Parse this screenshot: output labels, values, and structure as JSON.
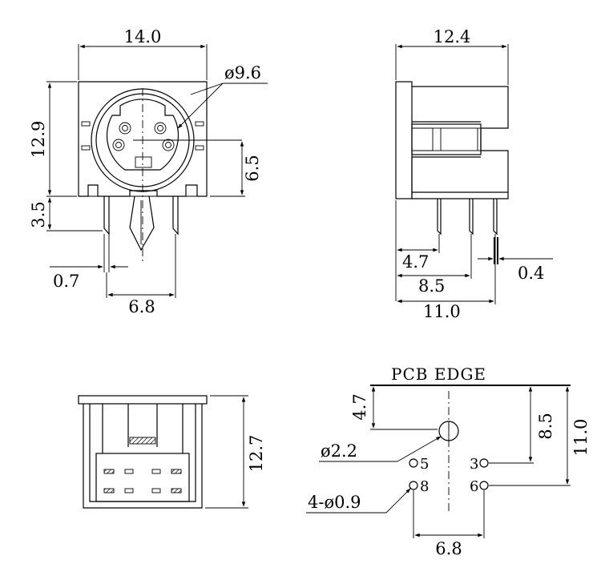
{
  "front_view": {
    "width": "14.0",
    "height": "12.9",
    "diameter": "ø9.6",
    "center_height": "6.5",
    "pin_length": "3.5",
    "pin_width": "0.7",
    "pin_spacing": "6.8"
  },
  "side_view": {
    "width": "12.4",
    "pin_offset_1": "4.7",
    "pin_offset_2": "8.5",
    "pin_offset_3": "11.0",
    "pin_thickness": "0.4"
  },
  "bottom_view": {
    "height": "12.7"
  },
  "pcb_layout": {
    "edge_label": "PCB EDGE",
    "offset_1": "4.7",
    "offset_2": "8.5",
    "offset_3": "11.0",
    "hole_large": "ø2.2",
    "hole_small": "4-ø0.9",
    "pin_spacing": "6.8",
    "pins": [
      "5",
      "3",
      "8",
      "6"
    ]
  }
}
